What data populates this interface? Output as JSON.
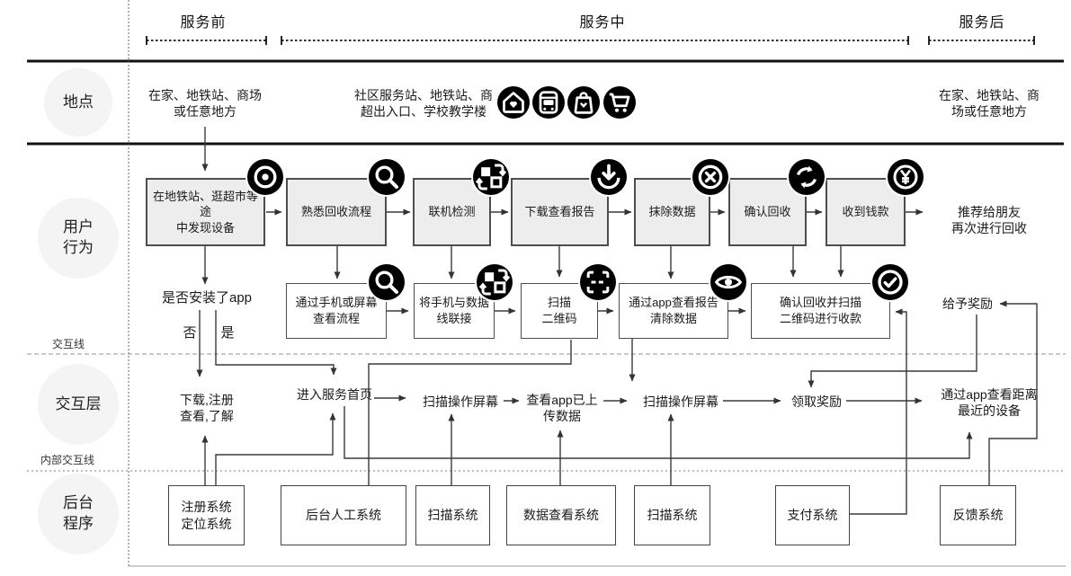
{
  "phases": {
    "pre": "服务前",
    "during": "服务中",
    "post": "服务后"
  },
  "lanes": {
    "location": "地点",
    "user_behavior": "用户\n行为",
    "interaction": "交互层",
    "backend": "后台\n程序",
    "interaction_line_label": "交互线",
    "internal_interaction_line_label": "内部交互线"
  },
  "location_row": {
    "pre_text": "在家、地铁站、商场\n或任意地方",
    "during_text": "社区服务站、地铁站、商\n超出入口、学校教学楼",
    "post_text": "在家、地铁站、商\n场或任意地方",
    "icons": [
      "home-icon",
      "bus-icon",
      "bag-icon",
      "cart-icon"
    ]
  },
  "user_row1": {
    "boxes": [
      {
        "label": "在地铁站、逛超市等途\n中发现设备",
        "icon": "discover-icon"
      },
      {
        "label": "熟悉回收流程",
        "icon": "search-icon"
      },
      {
        "label": "联机检测",
        "icon": "sync-icon"
      },
      {
        "label": "下载查看报告",
        "icon": "download-icon"
      },
      {
        "label": "抹除数据",
        "icon": "erase-icon"
      },
      {
        "label": "确认回收",
        "icon": "recycle-icon"
      },
      {
        "label": "收到钱款",
        "icon": "yen-icon"
      }
    ],
    "recommend_text": "推荐给朋友\n再次进行回收"
  },
  "user_row2": {
    "question": "是否安装了app",
    "no_label": "否",
    "yes_label": "是",
    "boxes": [
      {
        "label": "通过手机或屏幕\n查看流程",
        "icon": "search-icon"
      },
      {
        "label": "将手机与数据\n线联接",
        "icon": "sync-icon"
      },
      {
        "label": "扫描\n二维码",
        "icon": "scan-icon"
      },
      {
        "label": "通过app查看报告\n清除数据",
        "icon": "eye-icon"
      },
      {
        "label": "确认回收并扫描\n二维码进行收款",
        "icon": "check-icon"
      }
    ],
    "reward_text": "给予奖励"
  },
  "interaction_row": {
    "items": [
      "下载,注册\n查看,了解",
      "进入服务首页",
      "扫描操作屏幕",
      "查看app已上\n传数据",
      "扫描操作屏幕",
      "领取奖励",
      "通过app查看距离\n最近的设备"
    ]
  },
  "backend_row": {
    "boxes": [
      "注册系统\n定位系统",
      "后台人工系统",
      "扫描系统",
      "数据查看系统",
      "扫描系统",
      "支付系统",
      "反馈系统"
    ]
  },
  "colors": {
    "box_fill": "#ededed",
    "box_border": "#4d4d4d",
    "line": "#3a3a3a",
    "icon_bg": "#000000"
  }
}
